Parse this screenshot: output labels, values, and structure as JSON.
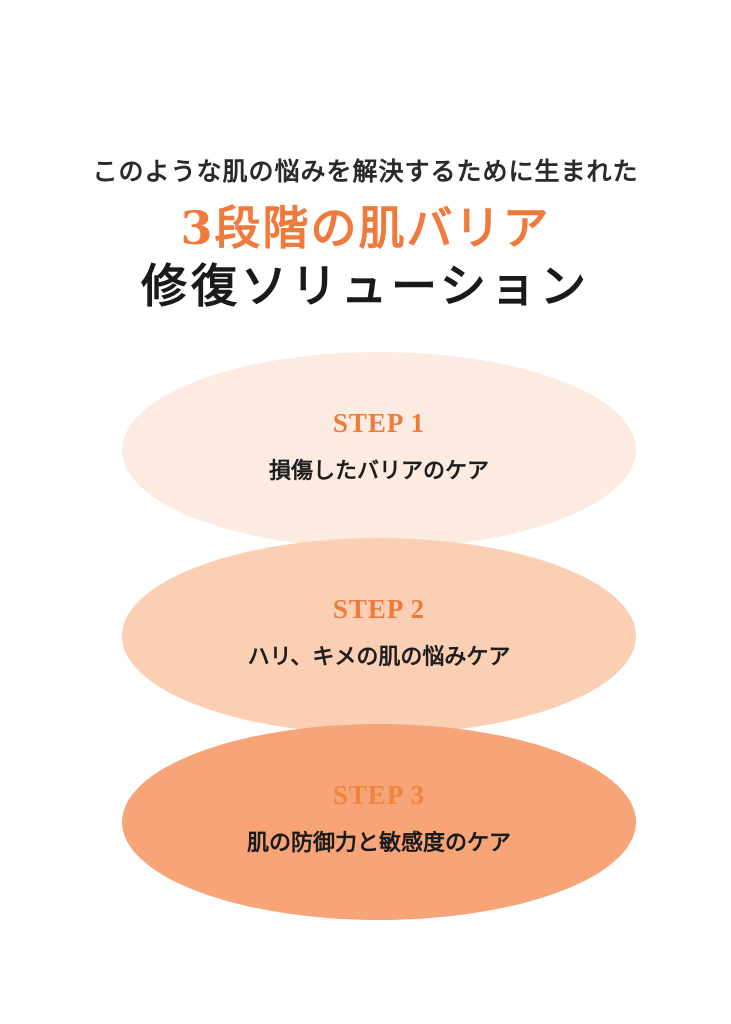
{
  "header": {
    "intro": "このような肌の悩みを解決するために生まれた",
    "headline_highlight": "3段階の肌バリア",
    "headline_main": "修復ソリューション"
  },
  "steps": [
    {
      "label": "STEP 1",
      "description": "損傷したバリアのケア"
    },
    {
      "label": "STEP 2",
      "description": "ハリ、キメの肌の悩みケア"
    },
    {
      "label": "STEP 3",
      "description": "肌の防御力と敏感度のケア"
    }
  ],
  "colors": {
    "accent": "#ef7a3c",
    "step1_fill": "#fcebe0",
    "step2_fill": "#fbcfb4",
    "step3_fill": "#f6a478",
    "text": "#1e1e1e"
  }
}
